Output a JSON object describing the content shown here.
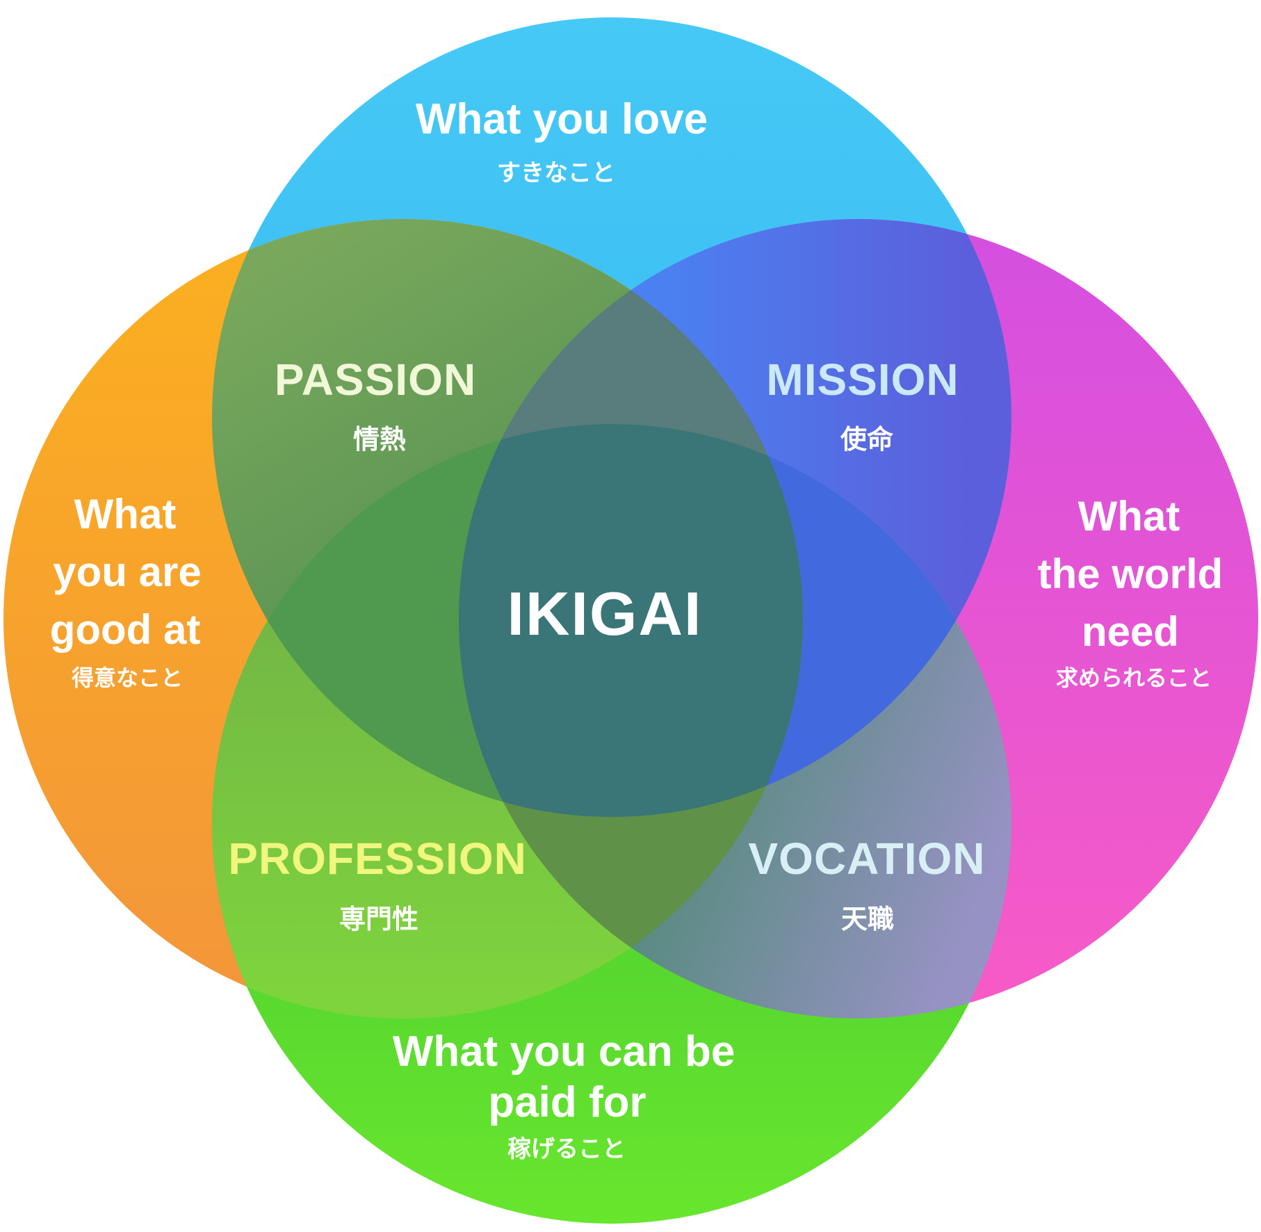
{
  "diagram": {
    "center": {
      "label": "IKIGAI",
      "text_color": "#ffffff",
      "region_color": "#3A7577"
    },
    "circles": {
      "love": {
        "label": "What you love",
        "label_jp": "すきなこと",
        "gradient_top": "#47C9F6",
        "gradient_bottom": "#2EB3EE"
      },
      "good_at": {
        "label": "What you are good at",
        "lines": [
          "What",
          "you are",
          "good at"
        ],
        "label_jp": "得意なこと",
        "gradient_top": "#FBB01F",
        "gradient_bottom": "#F3953B"
      },
      "world_needs": {
        "label": "What the world need",
        "lines": [
          "What",
          "the world",
          "need"
        ],
        "label_jp": "求められること",
        "gradient_top": "#D44FE0",
        "gradient_bottom": "#F75BC6"
      },
      "paid_for": {
        "label": "What you can be paid for",
        "lines": [
          "What you can be",
          "paid for"
        ],
        "label_jp": "稼げること",
        "gradient_top": "#42AE55",
        "gradient_mid": "#4CCE30",
        "gradient_bottom": "#68E62E"
      }
    },
    "overlaps": {
      "passion": {
        "label": "PASSION",
        "label_jp": "情熱",
        "text_color": "#F1F8D8",
        "gradient_start": "#79A85C",
        "gradient_end": "#4F8D51"
      },
      "mission": {
        "label": "MISSION",
        "label_jp": "使命",
        "text_color": "#CBE9F9",
        "gradient_start": "#4B80F1",
        "gradient_end": "#5C5FDB"
      },
      "profession": {
        "label": "PROFESSION",
        "label_jp": "専門性",
        "text_color": "#F0F67E",
        "gradient_start": "#6FAE47",
        "gradient_end": "#7ED43D"
      },
      "vocation": {
        "label": "VOCATION",
        "label_jp": "天職",
        "text_color": "#D9EFF6",
        "gradient_start": "#568B7D",
        "gradient_end": "#9792C4"
      },
      "triple_top_color": "#597C7C",
      "triple_left_color": "#4F9A4F",
      "triple_right_color": "#4269DD",
      "triple_bottom_color": "#5F9149"
    }
  }
}
